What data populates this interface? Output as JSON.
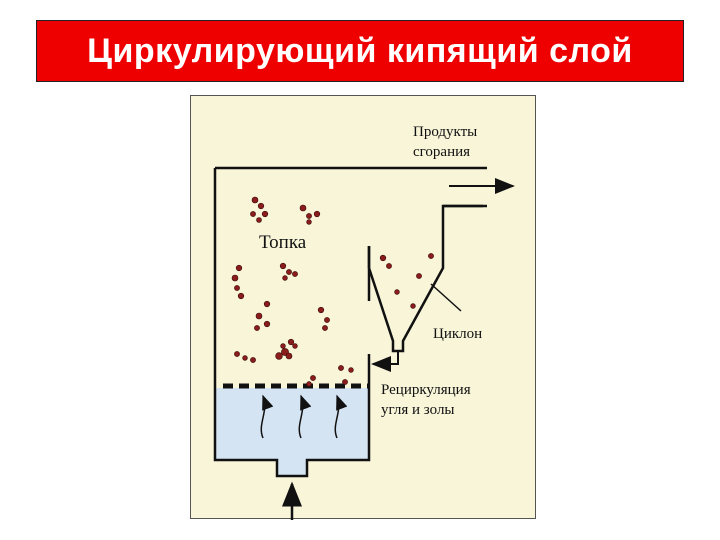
{
  "slide": {
    "title": "Циркулирующий кипящий слой"
  },
  "diagram": {
    "labels": {
      "products_line1": "Продукты",
      "products_line2": "сгорания",
      "furnace": "Топка",
      "cyclone": "Циклон",
      "recirc_line1": "Рециркуляция",
      "recirc_line2": "угля и золы"
    },
    "colors": {
      "title_bg": "#ee0000",
      "figure_bg": "#f8f5d9",
      "bed_fill": "#d5e4f3",
      "particle": "#8b1c1c",
      "line": "#111111"
    }
  }
}
